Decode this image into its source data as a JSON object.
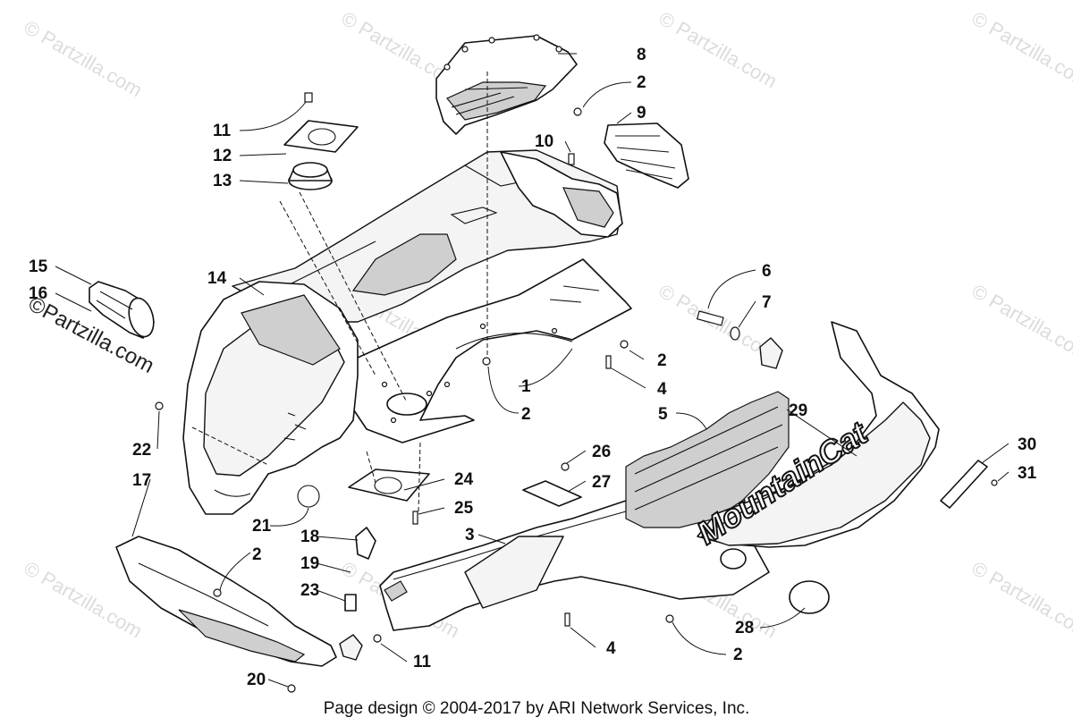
{
  "watermark": {
    "text": "© Partzilla.com",
    "accent_text": "©Partzilla.com"
  },
  "decal": {
    "brand": "MountainCat"
  },
  "callouts": [
    "1",
    "2",
    "3",
    "4",
    "5",
    "6",
    "7",
    "8",
    "9",
    "10",
    "11",
    "12",
    "13",
    "14",
    "15",
    "16",
    "17",
    "18",
    "19",
    "20",
    "21",
    "22",
    "23",
    "24",
    "25",
    "26",
    "27",
    "28",
    "29",
    "30",
    "31"
  ],
  "footer": {
    "credit": "Page design © 2004-2017 by ARI Network Services, Inc."
  }
}
